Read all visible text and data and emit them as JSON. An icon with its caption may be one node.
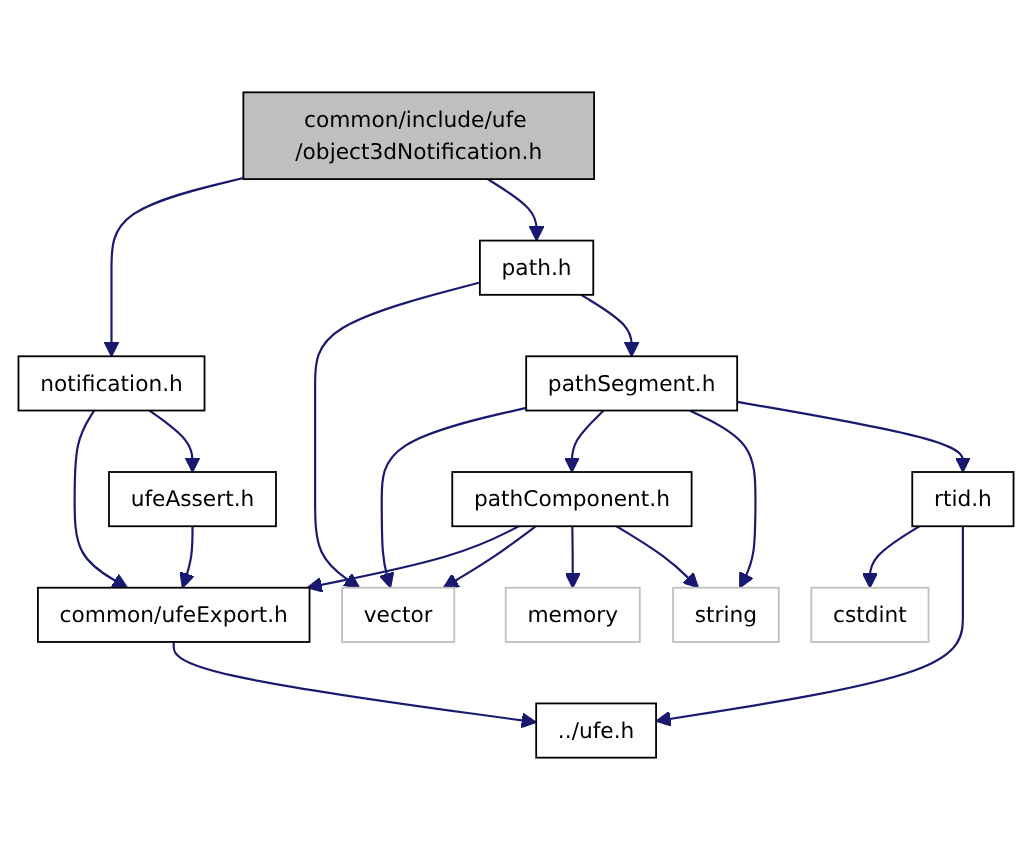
{
  "diagram": {
    "nodes": [
      {
        "text": [
          "common/include/ufe /object3dNotification.h"
        ]
      },
      {
        "text": [
          "path.h"
        ]
      },
      {
        "text": [
          "notification.h"
        ]
      },
      {
        "text": [
          "pathSegment.h"
        ]
      },
      {
        "text": [
          "ufeAssert.h"
        ]
      },
      {
        "text": [
          "pathComponent.h"
        ]
      },
      {
        "text": [
          "rtid.h"
        ]
      },
      {
        "text": [
          "common/ufeExport.h"
        ]
      },
      {
        "text": [
          "vector"
        ]
      },
      {
        "text": [
          "memory"
        ]
      },
      {
        "text": [
          "string"
        ]
      },
      {
        "text": [
          "cstdint"
        ]
      },
      {
        "text": [
          "../ufe.h"
        ]
      }
    ],
    "edges": [
      {
        "from": 0,
        "to": 2,
        "arrow": "to"
      },
      {
        "from": 0,
        "to": 1,
        "arrow": "to"
      },
      {
        "from": 1,
        "to": 8,
        "arrow": "to"
      },
      {
        "from": 1,
        "to": 3,
        "arrow": "to"
      },
      {
        "from": 2,
        "to": 7,
        "arrow": "to"
      },
      {
        "from": 2,
        "to": 4,
        "arrow": "to"
      },
      {
        "from": 3,
        "to": 8,
        "arrow": "to"
      },
      {
        "from": 3,
        "to": 5,
        "arrow": "to"
      },
      {
        "from": 3,
        "to": 10,
        "arrow": "to"
      },
      {
        "from": 3,
        "to": 6,
        "arrow": "to"
      },
      {
        "from": 4,
        "to": 7,
        "arrow": "to"
      },
      {
        "from": 5,
        "to": 7,
        "arrow": "to"
      },
      {
        "from": 5,
        "to": 8,
        "arrow": "to"
      },
      {
        "from": 5,
        "to": 9,
        "arrow": "to"
      },
      {
        "from": 5,
        "to": 10,
        "arrow": "to"
      },
      {
        "from": 6,
        "to": 11,
        "arrow": "to"
      },
      {
        "from": 6,
        "to": 12,
        "arrow": "to"
      },
      {
        "from": 7,
        "to": 12,
        "arrow": "to"
      }
    ]
  }
}
